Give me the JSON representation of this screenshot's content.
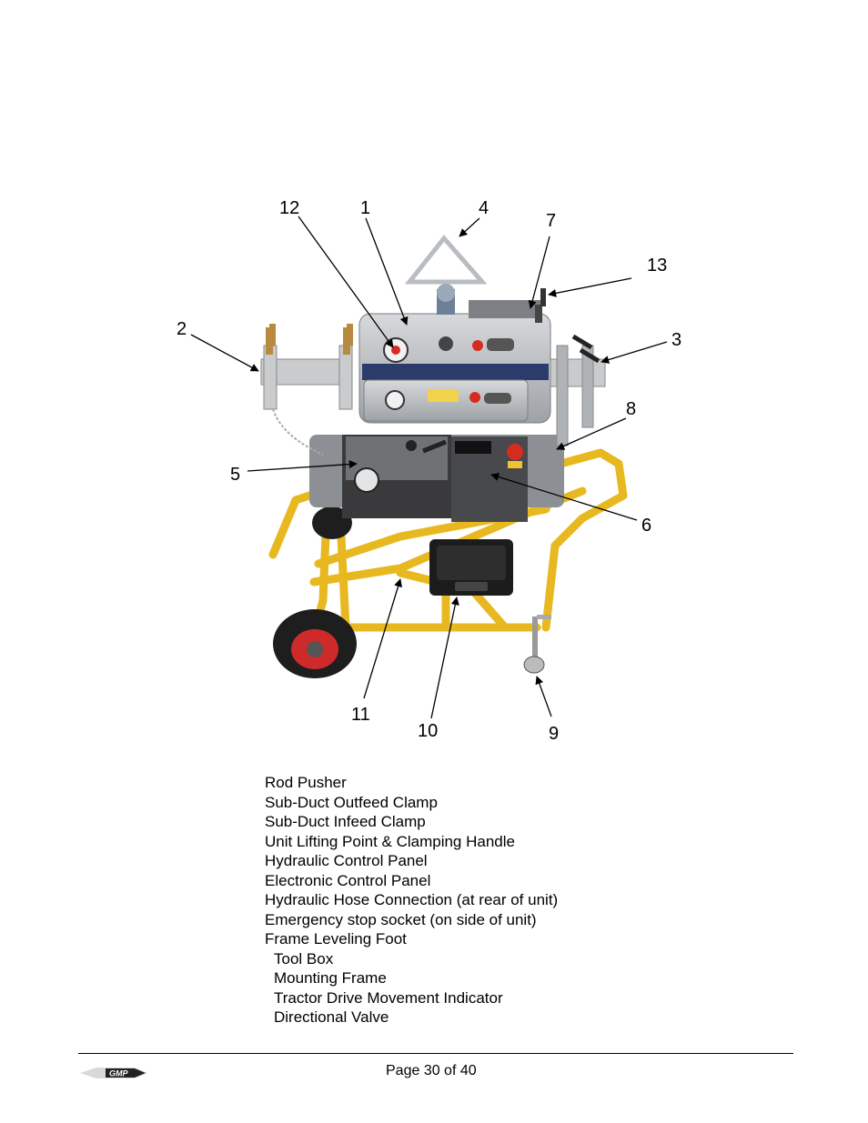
{
  "callouts": {
    "c1": "1",
    "c2": "2",
    "c3": "3",
    "c4": "4",
    "c5": "5",
    "c6": "6",
    "c7": "7",
    "c8": "8",
    "c9": "9",
    "c10": "10",
    "c11": "11",
    "c12": "12",
    "c13": "13"
  },
  "legend": [
    "Rod Pusher",
    "Sub-Duct Outfeed Clamp",
    "Sub-Duct Infeed Clamp",
    "Unit Lifting Point & Clamping Handle",
    "Hydraulic Control Panel",
    "Electronic Control Panel",
    "Hydraulic Hose Connection (at rear of unit)",
    "Emergency stop socket (on side of unit)",
    "Frame Leveling Foot",
    "Tool Box",
    "Mounting Frame",
    "Tractor Drive Movement Indicator",
    "Directional Valve"
  ],
  "footer": {
    "page": "Page 30 of 40",
    "logo_text": "GMP"
  },
  "colors": {
    "frame": "#e8b820",
    "body": "#b9bcc0",
    "panel": "#3a3a3c",
    "estop": "#d62b1f",
    "tire": "#1e1e1e",
    "hub": "#cf2a2a"
  }
}
